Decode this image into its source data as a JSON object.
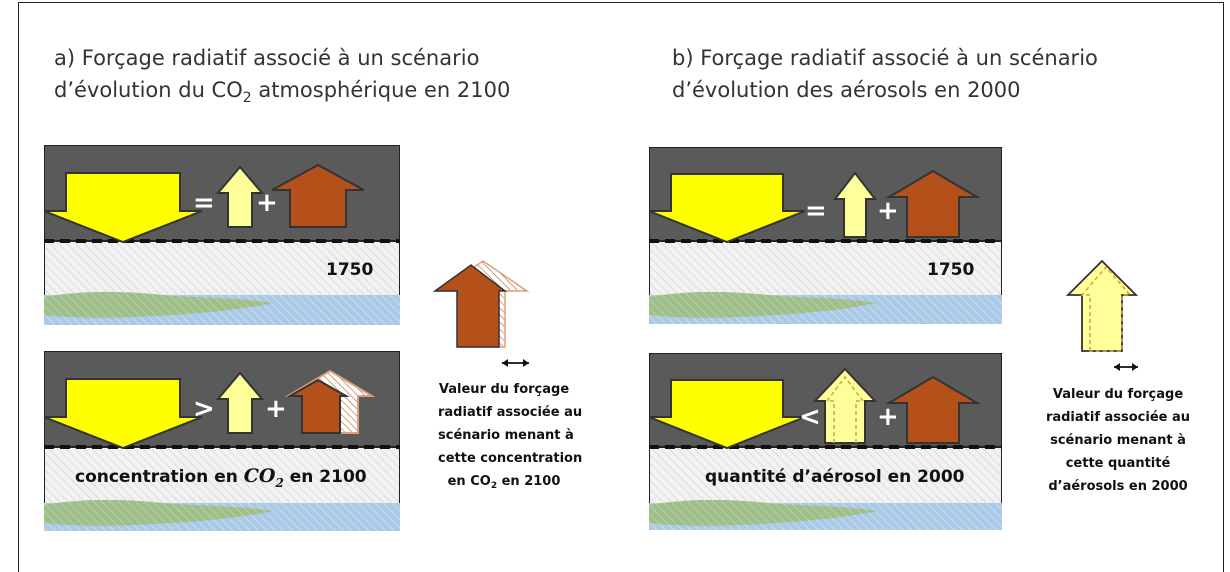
{
  "panel_a": {
    "title_line1": "a) Forçage radiatif associé à un scénario",
    "title_line2_pre": "d’évolution du CO",
    "title_line2_sub": "2",
    "title_line2_post": " atmosphérique en 2100",
    "top_year": "1750",
    "eq_symbol": "=",
    "gt_symbol": ">",
    "plus_symbol": "+",
    "conc_pre": "concentration en ",
    "conc_co": "CO",
    "conc_sub": "2",
    "conc_post": " en 2100",
    "legend_line1": "Valeur du forçage",
    "legend_line2": "radiatif associée au",
    "legend_line3": "scénario menant à",
    "legend_line4": "cette concentration",
    "legend_line5_pre": "en CO",
    "legend_line5_sub": "2",
    "legend_line5_post": " en 2100"
  },
  "panel_b": {
    "title_line1": "b) Forçage radiatif associé à un scénario",
    "title_line2": "d’évolution des aérosols en 2000",
    "top_year": "1750",
    "eq_symbol": "=",
    "lt_symbol": "<",
    "plus_symbol": "+",
    "quantity_label": "quantité d’aérosol en 2000",
    "legend_line1": "Valeur du forçage",
    "legend_line2": "radiatif associée au",
    "legend_line3": "scénario menant à",
    "legend_line4": "cette quantité",
    "legend_line5": "d’aérosols en 2000"
  },
  "colors": {
    "sky": "#5a5a5a",
    "solar_arrow": "#ffff00",
    "reflected_arrow": "#ffff99",
    "infrared_arrow": "#b4501a",
    "atmosphere_band": "#efefef",
    "water": "#a9c9e6",
    "land": "#9fbf8a"
  }
}
